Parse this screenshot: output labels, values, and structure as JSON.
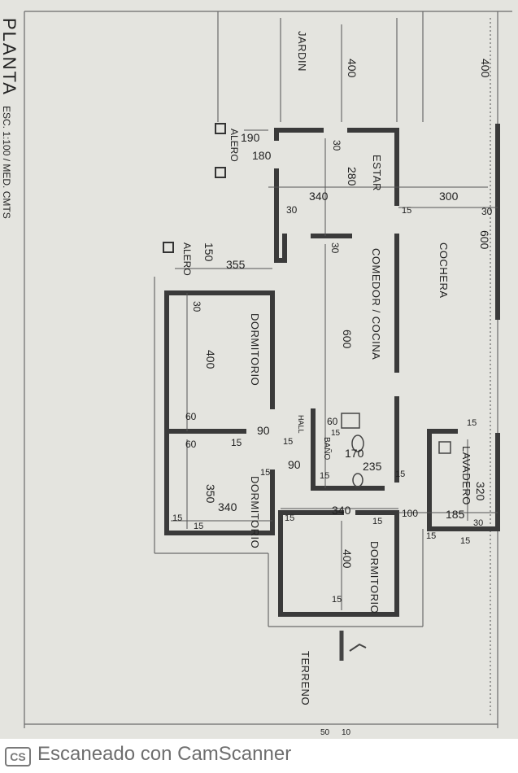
{
  "title": "PLANTA",
  "scale": "ESC. 1:100 / MED. CMTS",
  "rooms": {
    "jardin": "JARDIN",
    "estar": "ESTAR",
    "cochera": "COCHERA",
    "comedor": "COMEDOR / COCINA",
    "dormitorio1": "DORMITORIO",
    "dormitorio2": "DORMITORIO",
    "dormitorio3": "DORMITORIO",
    "bano": "BAÑO",
    "lavadero": "LAVADERO",
    "alero1": "ALERO",
    "alero2": "ALERO",
    "terreno": "TERRENO",
    "hall": "HALL"
  },
  "dims": {
    "d400_top": "400",
    "d400_right": "400",
    "d190": "190",
    "d180": "180",
    "d30_a": "30",
    "d280": "280",
    "d340_estar": "340",
    "d300": "300",
    "d30_b": "30",
    "d15_a": "15",
    "d30_c": "30",
    "d600_cochera": "600",
    "d150": "150",
    "d355": "355",
    "d30_d": "30",
    "d600_comedor": "600",
    "d30_e": "30",
    "d400_dorm": "400",
    "d60_a": "60",
    "d60_b": "60",
    "d15_b": "15",
    "d90_a": "90",
    "d15_c": "15",
    "d60_c": "60",
    "d15_d": "15",
    "d170": "170",
    "d15_e": "15",
    "d90_b": "90",
    "d15_f": "15",
    "d235": "235",
    "d15_g": "15",
    "d350": "350",
    "d340_dorm2": "340",
    "d15_h": "15",
    "d15_i": "15",
    "d15_j": "15",
    "d340_dorm3": "340",
    "d15_k": "15",
    "d100": "100",
    "d15_l": "15",
    "d320": "320",
    "d185": "185",
    "d30_f": "30",
    "d15_m": "15",
    "d400_dorm3": "400",
    "d15_n": "15",
    "d15_o": "15",
    "d50": "50",
    "d10": "10"
  },
  "footer": {
    "logo": "CS",
    "text": "Escaneado con CamScanner"
  },
  "colors": {
    "paper": "#e4e4df",
    "wall": "#3a3a3a",
    "line": "#5a5a5a",
    "footer_bg": "#ffffff",
    "footer_text": "#6e6e6e"
  }
}
